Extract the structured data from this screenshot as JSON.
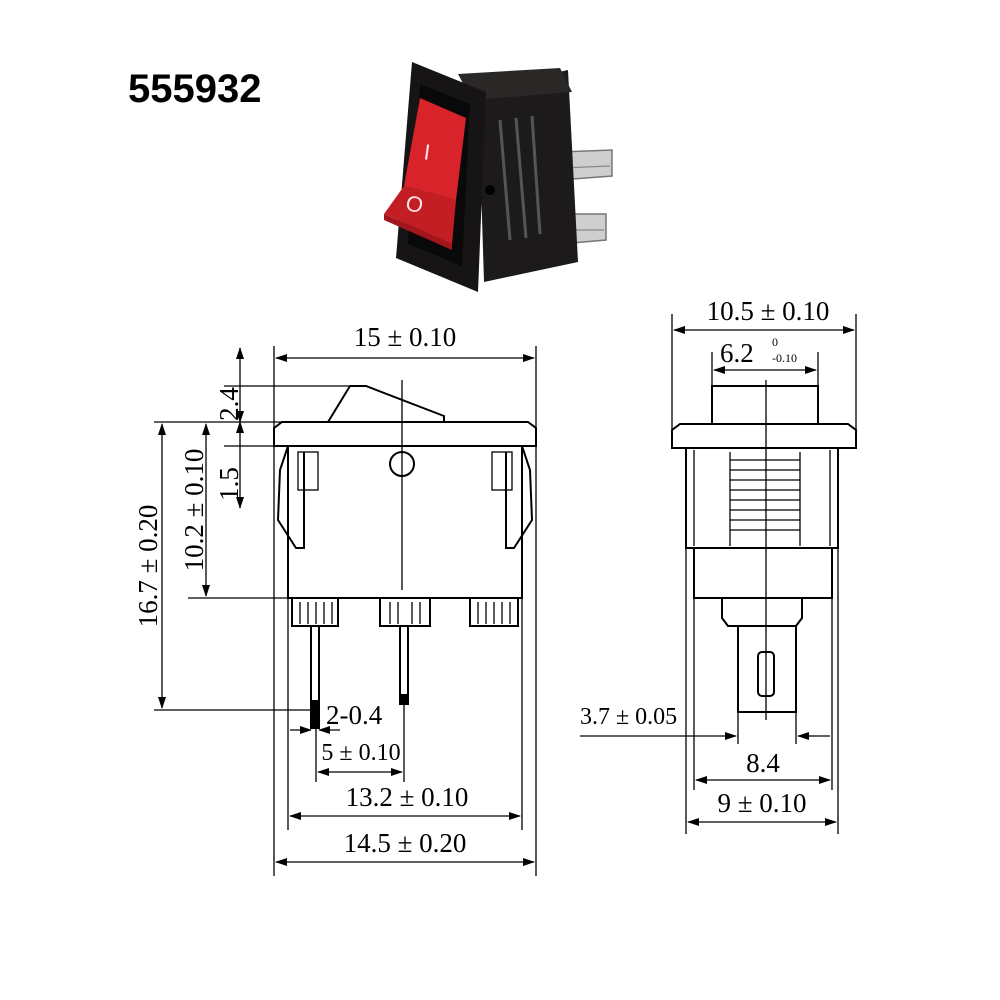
{
  "part_number": "555932",
  "rocker_marks": {
    "on": "I",
    "off": "O"
  },
  "colors": {
    "rocker": "#d8232a",
    "rocker_dark": "#a3161c",
    "housing": "#1c1a1a",
    "terminal": "#cfcfcf",
    "line": "#000000"
  },
  "front_view": {
    "width_top": "15 ± 0.10",
    "rocker_height": "2.4",
    "flange_height": "1.5",
    "body_height": "10.2 ± 0.10",
    "total_height": "16.7 ± 0.20",
    "pin_thickness": "2-0.4",
    "pin_pitch": "5 ± 0.10",
    "body_width": "13.2 ± 0.10",
    "overall_width": "14.5 ± 0.20"
  },
  "side_view": {
    "width_top": "10.5 ± 0.10",
    "rocker_width": "6.2",
    "rocker_tol_upper": "0",
    "rocker_tol_lower": "-0.10",
    "terminal_width": "3.7 ± 0.05",
    "body_width_lower": "8.4",
    "body_width": "9 ± 0.10"
  }
}
